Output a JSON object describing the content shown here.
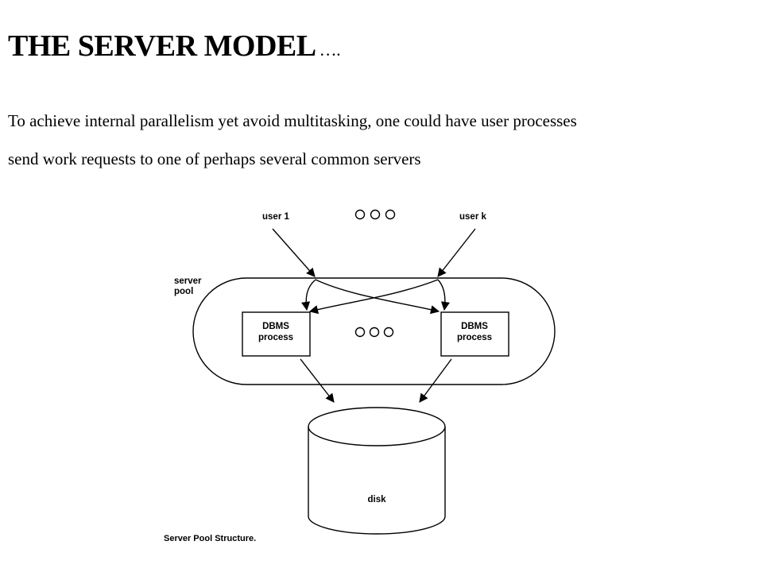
{
  "slide": {
    "title": "THE SERVER MODEL",
    "title_suffix": "….",
    "body_lines": [
      "To achieve internal parallelism yet avoid multitasking, one could have user processes",
      "send work requests to one of perhaps several common servers"
    ]
  },
  "diagram": {
    "user_first": "user 1",
    "user_last": "user k",
    "pool_label_1": "server",
    "pool_label_2": "pool",
    "process_left_1": "DBMS",
    "process_left_2": "process",
    "process_right_1": "DBMS",
    "process_right_2": "process",
    "disk_label": "disk",
    "caption": "Server Pool Structure."
  }
}
